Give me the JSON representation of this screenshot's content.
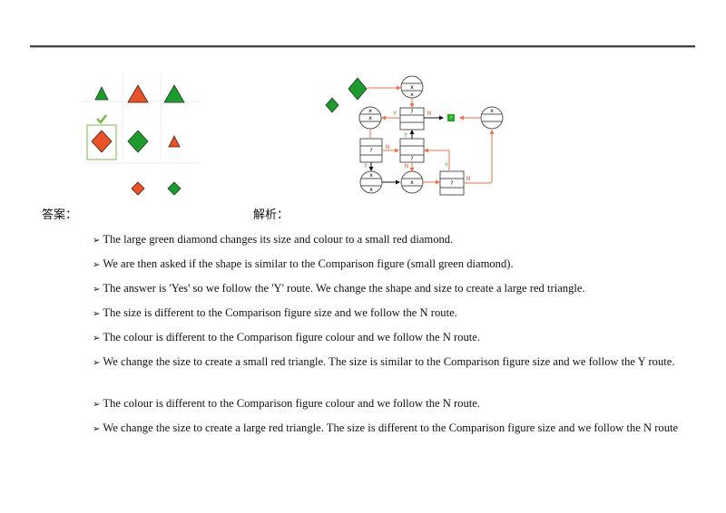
{
  "header_rule": true,
  "puzzle": {
    "grid": [
      [
        {
          "shape": "triangle",
          "size": "small",
          "color": "green"
        },
        {
          "shape": "triangle",
          "size": "large",
          "color": "red"
        },
        {
          "shape": "triangle",
          "size": "large",
          "color": "green"
        }
      ],
      [
        {
          "shape": "diamond",
          "size": "large",
          "color": "red",
          "selected": true
        },
        {
          "shape": "diamond",
          "size": "large",
          "color": "green"
        },
        {
          "shape": "triangle",
          "size": "small",
          "color": "red"
        }
      ],
      [
        null,
        {
          "shape": "diamond",
          "size": "small",
          "color": "red"
        },
        {
          "shape": "diamond",
          "size": "small",
          "color": "green"
        }
      ]
    ],
    "check_icon": "checkmark-icon",
    "colors": {
      "red": "#e8532a",
      "green": "#1e9a2e",
      "check": "#7ab648"
    }
  },
  "flowchart": {
    "start_figure": {
      "shape": "diamond",
      "size": "large",
      "color": "green"
    },
    "comparison_figure": {
      "shape": "diamond",
      "size": "small",
      "color": "green"
    },
    "node_labels": {
      "x": "x",
      "question": "?",
      "answer": "?"
    },
    "edge_labels": {
      "yes": "Y",
      "no": "N"
    },
    "colors": {
      "arrow": "#f07048",
      "yes": "#2aa02a",
      "no": "#e8532a",
      "answer_box": "#22aa22"
    }
  },
  "labels": {
    "answer": "答案：",
    "analysis": "解析："
  },
  "bullet_glyph": "➢",
  "steps": [
    "The large green diamond changes its size and colour to a small red diamond.",
    "We are then asked if the shape is similar to the Comparison figure (small green diamond).",
    "The answer is 'Yes' so we follow the 'Y' route. We change the shape and size to create a large red triangle.",
    "The size is different to the Comparison figure size and we follow the N route.",
    "The colour is different to the Comparison figure colour and we follow the N route.",
    "We change the size to create a small red triangle. The size is similar to the Comparison figure size and we follow the Y route.",
    "The colour is different to the Comparison figure colour and we follow the N route.",
    "We change the size to create a large red triangle. The size is different to the Comparison figure size and we follow the N route"
  ]
}
